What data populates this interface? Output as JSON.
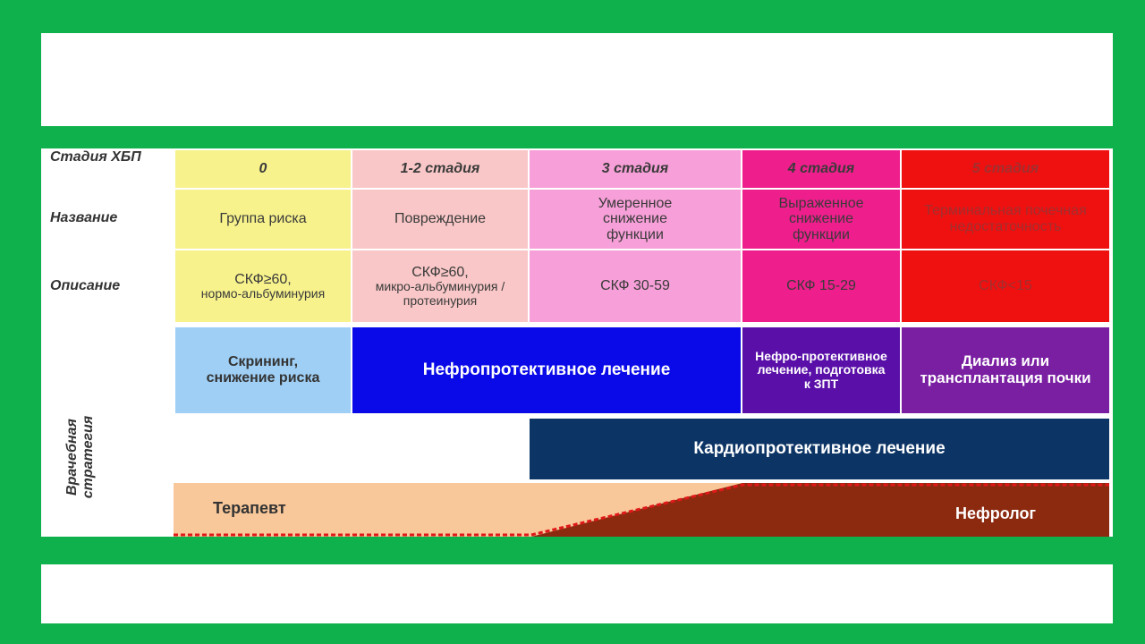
{
  "row_labels": {
    "stage": "Стадия ХБП",
    "name": "Название",
    "description": "Описание",
    "strategy": "Врачебная стратегия"
  },
  "stages": [
    {
      "stage": "0",
      "name": "Группа риска",
      "desc_main": "СКФ≥60,",
      "desc_sub": "нормо-альбуминурия",
      "color": "#f7f28c"
    },
    {
      "stage": "1-2 стадия",
      "name": "Повреждение",
      "desc_main": "СКФ≥60,",
      "desc_sub": "микро-альбуминурия / протеинурия",
      "color": "#f9c7c7"
    },
    {
      "stage": "3 стадия",
      "name": "Умеренное снижение функции",
      "desc_main": "СКФ 30-59",
      "desc_sub": "",
      "color": "#f79fd8"
    },
    {
      "stage": "4 стадия",
      "name": "Выраженное снижение функции",
      "desc_main": "СКФ 15-29",
      "desc_sub": "",
      "color": "#ee1f8c"
    },
    {
      "stage": "5 стадия",
      "name": "Терминальная почечная недостаточность",
      "desc_main": "СКФ<15",
      "desc_sub": "",
      "color": "#ef1010"
    }
  ],
  "strategy": {
    "screening": "Скрининг, снижение риска",
    "nephroprotective": "Нефропротективное лечение",
    "nephro_rrt": "Нефро-протективное лечение, подготовка к ЗПТ",
    "dialysis": "Диализ или трансплантация почки",
    "cardioprotective": "Кардиопротективное лечение",
    "therapist": "Терапевт",
    "nephrologist": "Нефролог"
  },
  "colors": {
    "background_green": "#0fb14c",
    "screening": "#9fcff5",
    "nephroprotective": "#0a0ae8",
    "nephro_rrt": "#5a10a8",
    "dialysis": "#7a1ea2",
    "cardioprotective": "#0c3465",
    "therapist": "#f8c89a",
    "nephrologist": "#8c2a10"
  }
}
